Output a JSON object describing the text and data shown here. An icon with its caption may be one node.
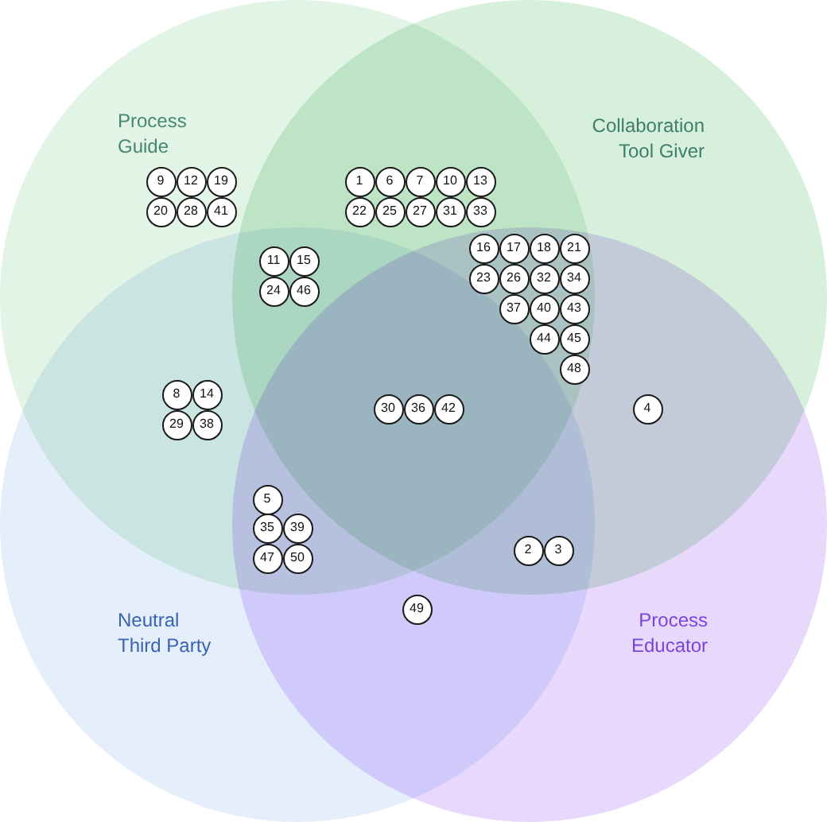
{
  "diagram": {
    "nodes": [
      {
        "text": [
          "Process Guide"
        ]
      },
      {
        "text": [
          "Collaboration Tool Giver"
        ]
      },
      {
        "text": [
          "Neutral Third Party"
        ]
      },
      {
        "text": [
          "Process Educator"
        ]
      },
      {
        "text": [
          "9"
        ],
        "in": 0
      },
      {
        "text": [
          "12"
        ],
        "in": 0
      },
      {
        "text": [
          "19"
        ],
        "in": 0
      },
      {
        "text": [
          "20"
        ],
        "in": 0
      },
      {
        "text": [
          "28"
        ],
        "in": 0
      },
      {
        "text": [
          "41"
        ],
        "in": 0
      },
      {
        "text": [
          "1"
        ]
      },
      {
        "text": [
          "6"
        ]
      },
      {
        "text": [
          "7"
        ]
      },
      {
        "text": [
          "10"
        ]
      },
      {
        "text": [
          "13"
        ]
      },
      {
        "text": [
          "22"
        ]
      },
      {
        "text": [
          "25"
        ]
      },
      {
        "text": [
          "27"
        ]
      },
      {
        "text": [
          "31"
        ]
      },
      {
        "text": [
          "33"
        ]
      },
      {
        "text": [
          "11"
        ]
      },
      {
        "text": [
          "15"
        ]
      },
      {
        "text": [
          "24"
        ]
      },
      {
        "text": [
          "46"
        ]
      },
      {
        "text": [
          "16"
        ]
      },
      {
        "text": [
          "17"
        ]
      },
      {
        "text": [
          "18"
        ]
      },
      {
        "text": [
          "21"
        ]
      },
      {
        "text": [
          "23"
        ]
      },
      {
        "text": [
          "26"
        ]
      },
      {
        "text": [
          "32"
        ]
      },
      {
        "text": [
          "34"
        ]
      },
      {
        "text": [
          "37"
        ]
      },
      {
        "text": [
          "40"
        ]
      },
      {
        "text": [
          "43"
        ]
      },
      {
        "text": [
          "44"
        ]
      },
      {
        "text": [
          "45"
        ]
      },
      {
        "text": [
          "48"
        ]
      },
      {
        "text": [
          "8"
        ]
      },
      {
        "text": [
          "14"
        ]
      },
      {
        "text": [
          "29"
        ]
      },
      {
        "text": [
          "38"
        ]
      },
      {
        "text": [
          "30"
        ]
      },
      {
        "text": [
          "36"
        ]
      },
      {
        "text": [
          "42"
        ]
      },
      {
        "text": [
          "4"
        ]
      },
      {
        "text": [
          "5"
        ]
      },
      {
        "text": [
          "35"
        ]
      },
      {
        "text": [
          "39"
        ]
      },
      {
        "text": [
          "47"
        ]
      },
      {
        "text": [
          "50"
        ]
      },
      {
        "text": [
          "2"
        ]
      },
      {
        "text": [
          "3"
        ]
      },
      {
        "text": [
          "49"
        ]
      }
    ]
  }
}
